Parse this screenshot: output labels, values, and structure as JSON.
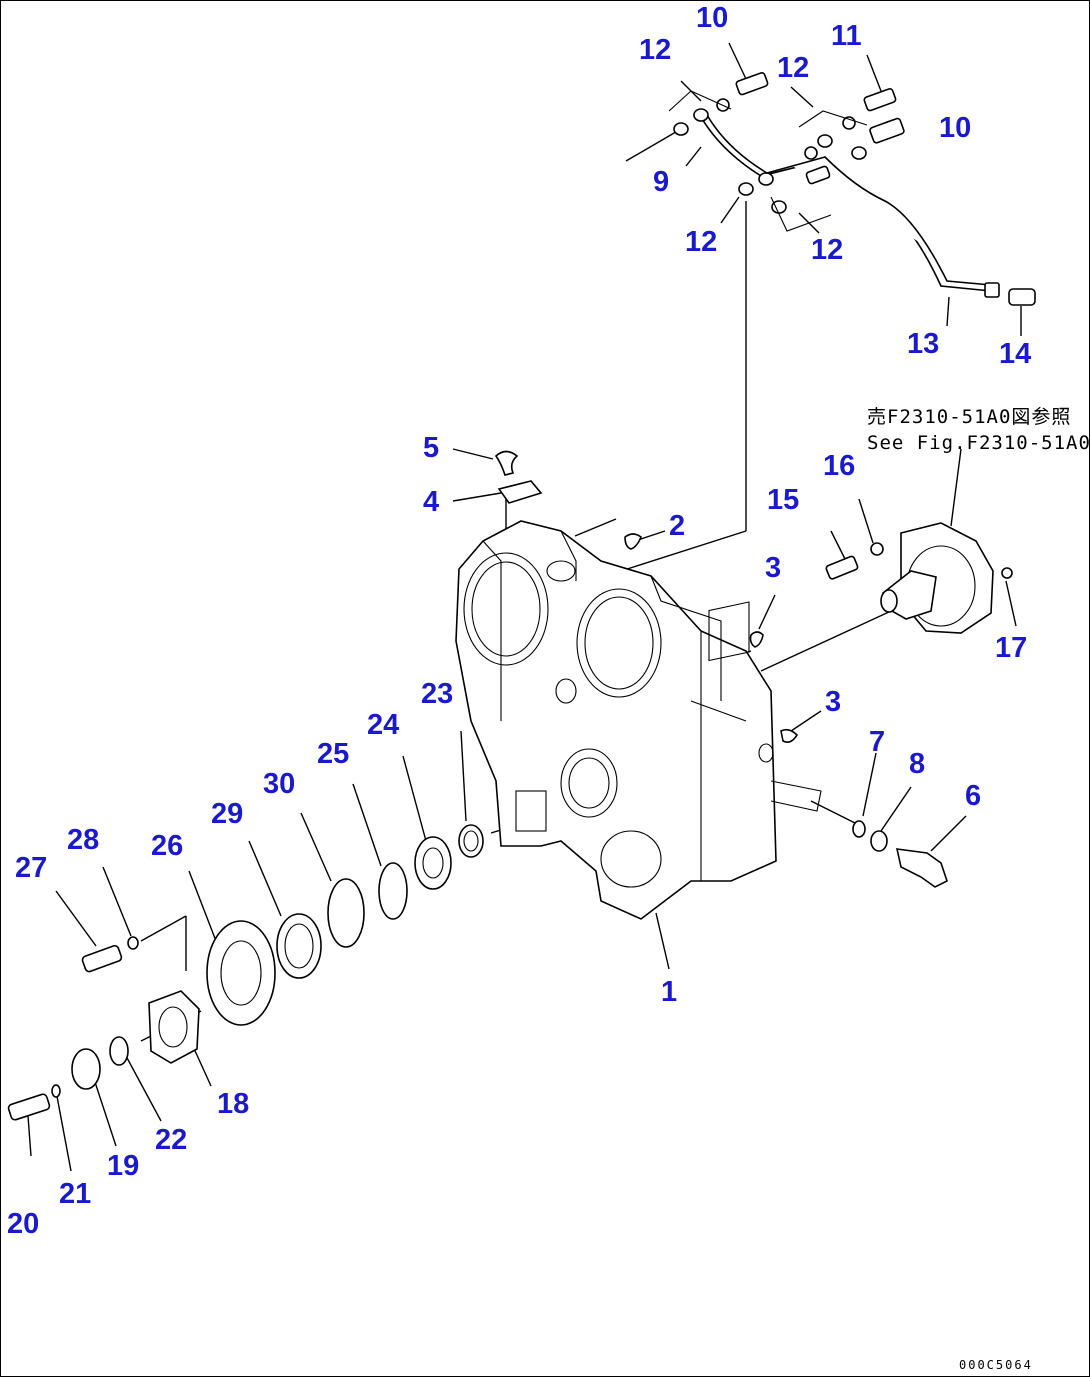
{
  "note": {
    "line1": "売F2310-51A0図参照",
    "line2": "See Fig.F2310-51A0"
  },
  "drawing_code": "000C5064",
  "callouts": {
    "p1": "1",
    "p2": "2",
    "p3a": "3",
    "p3b": "3",
    "p4": "4",
    "p5": "5",
    "p6": "6",
    "p7": "7",
    "p8": "8",
    "p9": "9",
    "p10a": "10",
    "p10b": "10",
    "p11": "11",
    "p12a": "12",
    "p12b": "12",
    "p12c": "12",
    "p12d": "12",
    "p13": "13",
    "p14": "14",
    "p15": "15",
    "p16": "16",
    "p17": "17",
    "p18": "18",
    "p19": "19",
    "p20": "20",
    "p21": "21",
    "p22": "22",
    "p23": "23",
    "p24": "24",
    "p25": "25",
    "p26": "26",
    "p27": "27",
    "p28": "28",
    "p29": "29",
    "p30": "30"
  }
}
